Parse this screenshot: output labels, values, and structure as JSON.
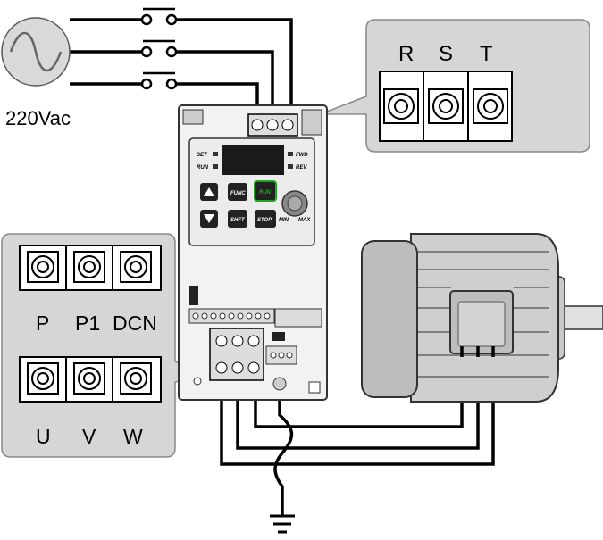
{
  "source": {
    "voltage_label": "220Vac"
  },
  "input_terminals": [
    "R",
    "S",
    "T"
  ],
  "dc_terminals": [
    "P",
    "P1",
    "DCN"
  ],
  "output_terminals": [
    "U",
    "V",
    "W"
  ],
  "keypad": {
    "indicators_left": [
      "SET",
      "RUN"
    ],
    "indicators_right": [
      "FWD",
      "REV"
    ],
    "keys": [
      "FUNC",
      "RUN",
      "SHFT",
      "STOP"
    ],
    "knob_min": "MIN",
    "knob_max": "MAX"
  },
  "colors": {
    "wire": "#000000",
    "callout_bg": "#d6d6d6",
    "drive_body": "#f2f2f2",
    "motor_body": "#cfcfcf",
    "run_key": "#1fa81f"
  }
}
